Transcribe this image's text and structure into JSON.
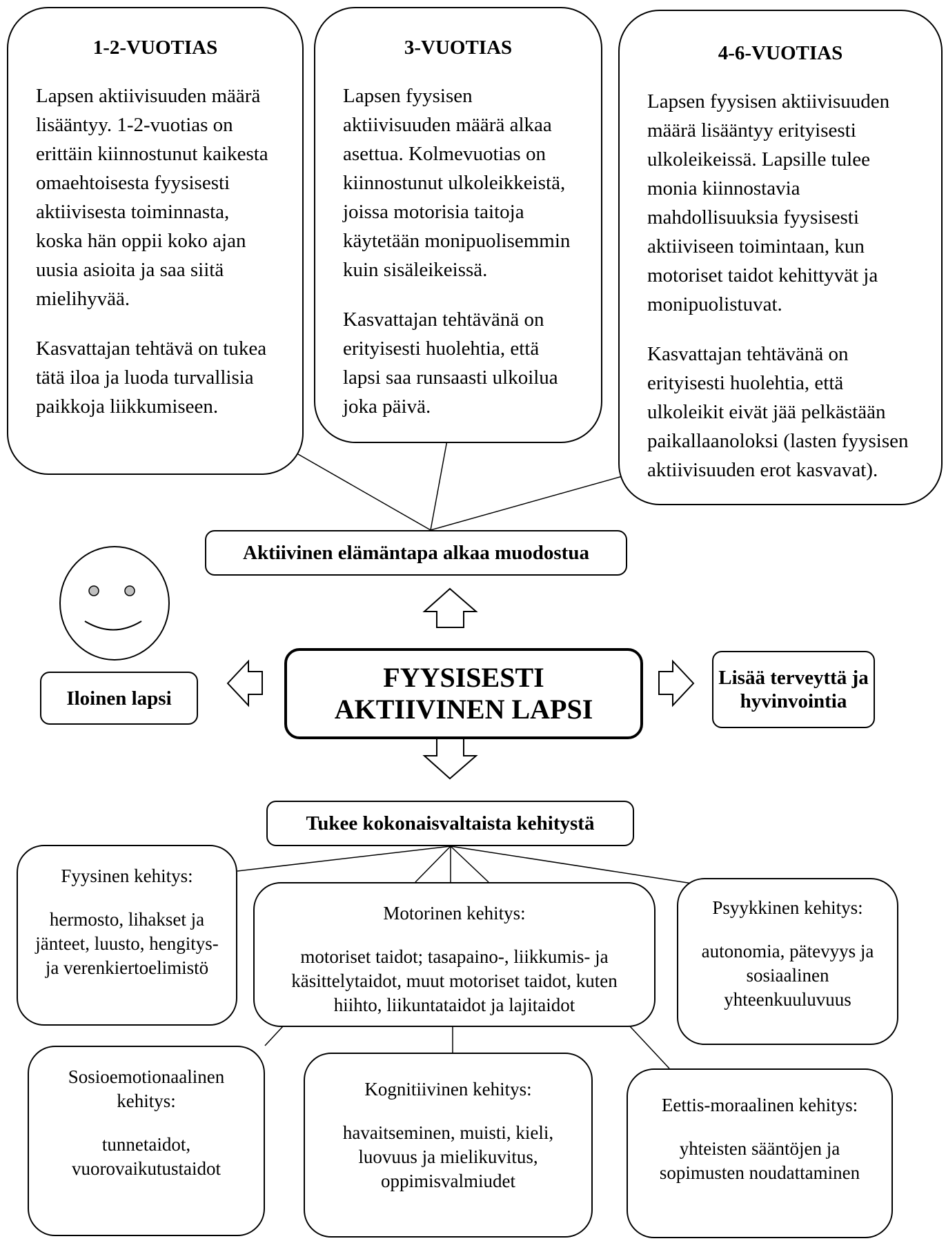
{
  "age_groups": [
    {
      "title": "1-2-VUOTIAS",
      "paragraphs": [
        "Lapsen aktiivisuuden määrä lisääntyy. 1-2-vuotias on erittäin kiinnostunut kaikesta omaehtoisesta fyysisesti aktiivisesta toiminnasta, koska hän oppii koko ajan uusia asioita ja saa siitä mielihyvää.",
        "Kasvattajan tehtävä on tukea tätä iloa ja luoda turvallisia paikkoja liikkumiseen."
      ]
    },
    {
      "title": "3-VUOTIAS",
      "paragraphs": [
        "Lapsen fyysisen aktiivisuuden määrä alkaa asettua. Kolmevuotias on kiinnostunut ulkoleikkeistä, joissa motorisia taitoja käytetään monipuolisemmin kuin sisäleikeissä.",
        "Kasvattajan tehtävänä on erityisesti huolehtia, että lapsi saa runsaasti ulkoilua joka päivä."
      ]
    },
    {
      "title": "4-6-VUOTIAS",
      "paragraphs": [
        "Lapsen fyysisen aktiivisuuden määrä lisääntyy erityisesti ulkoleikeissä. Lapsille tulee monia kiinnostavia mahdollisuuksia fyysisesti aktiiviseen toimintaan, kun motoriset taidot kehittyvät ja monipuolistuvat.",
        "Kasvattajan tehtävänä on erityisesti huolehtia, että ulkoleikit eivät jää pelkästään paikallaanoloksi (lasten fyysisen aktiivisuuden erot kasvavat)."
      ]
    }
  ],
  "active_lifestyle_label": "Aktiivinen elämäntapa alkaa muodostua",
  "center_label": "FYYSISESTI AKTIIVINEN LAPSI",
  "happy_child_label": "Iloinen lapsi",
  "health_label": "Lisää terveyttä ja hyvinvointia",
  "holistic_label": "Tukee kokonaisvaltaista kehitystä",
  "development": {
    "physical": {
      "title": "Fyysinen kehitys:",
      "text": "hermosto, lihakset ja jänteet, luusto, hengitys- ja verenkiertoelimistö"
    },
    "motor": {
      "title": "Motorinen kehitys:",
      "text": "motoriset taidot; tasapaino-, liikkumis- ja käsittelytaidot, muut motoriset taidot, kuten hiihto, liikuntataidot ja lajitaidot"
    },
    "psychic": {
      "title": "Psyykkinen kehitys:",
      "text": "autonomia, pätevyys ja sosiaalinen yhteenkuuluvuus"
    },
    "socio": {
      "title": "Sosioemotionaalinen kehitys:",
      "text": "tunnetaidot, vuorovaikutustaidot"
    },
    "cognitive": {
      "title": "Kognitiivinen kehitys:",
      "text": "havaitseminen, muisti, kieli, luovuus ja mielikuvitus, oppimisvalmiudet"
    },
    "ethical": {
      "title": "Eettis-moraalinen kehitys:",
      "text": "yhteisten sääntöjen ja sopimusten noudattaminen"
    }
  }
}
